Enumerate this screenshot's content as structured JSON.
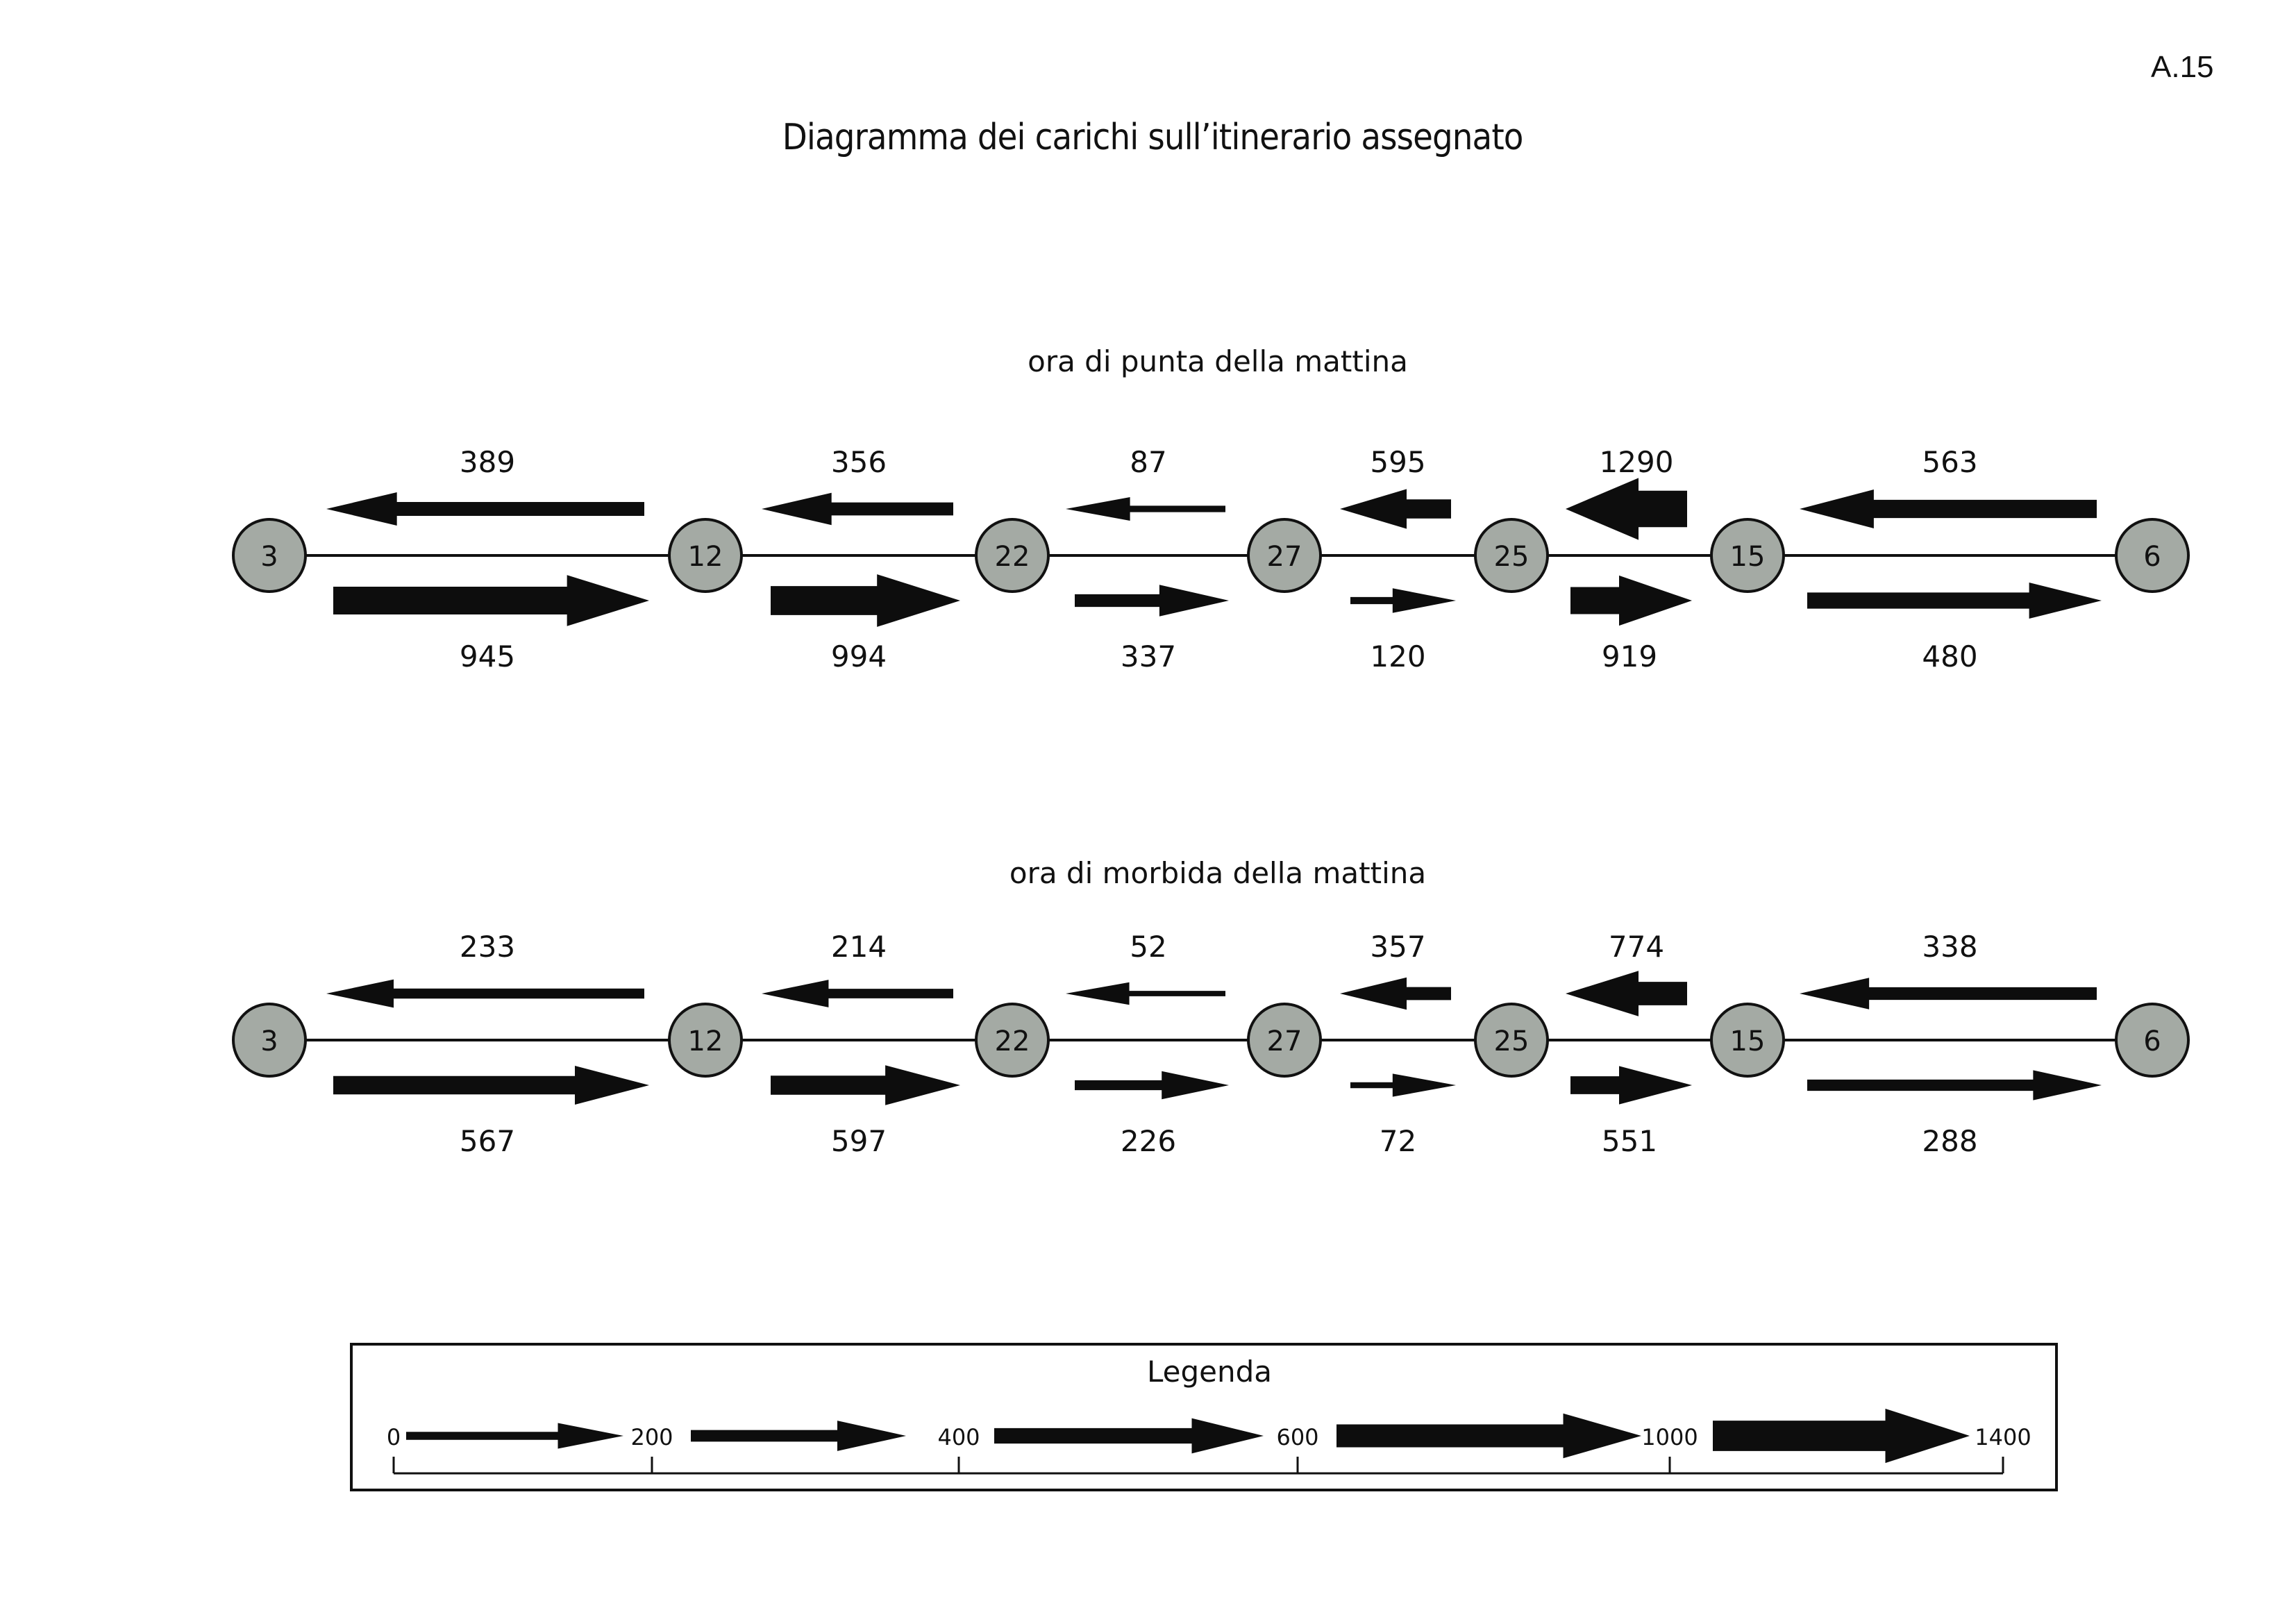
{
  "page_label": "A.15",
  "title": "Diagramma dei carichi sull’itinerario assegnato",
  "colors": {
    "node_fill": "#a4aaa4",
    "node_stroke": "#111111",
    "arrow": "#0d0d0d",
    "line": "#111111"
  },
  "nodes": [
    "3",
    "12",
    "22",
    "27",
    "25",
    "15",
    "6"
  ],
  "chart_data": {
    "type": "flow-diagram",
    "title": "Diagramma dei carichi sull’itinerario assegnato",
    "nodes": [
      "3",
      "12",
      "22",
      "27",
      "25",
      "15",
      "6"
    ],
    "sections": [
      {
        "name": "ora di punta della mattina",
        "links": [
          {
            "from": "3",
            "to": "12",
            "westbound": 389,
            "eastbound": 945
          },
          {
            "from": "12",
            "to": "22",
            "westbound": 356,
            "eastbound": 994
          },
          {
            "from": "22",
            "to": "27",
            "westbound": 87,
            "eastbound": 337
          },
          {
            "from": "27",
            "to": "25",
            "westbound": 595,
            "eastbound": 120
          },
          {
            "from": "25",
            "to": "15",
            "westbound": 1290,
            "eastbound": 919
          },
          {
            "from": "15",
            "to": "6",
            "westbound": 563,
            "eastbound": 480
          }
        ]
      },
      {
        "name": "ora di morbida della mattina",
        "links": [
          {
            "from": "3",
            "to": "12",
            "westbound": 233,
            "eastbound": 567
          },
          {
            "from": "12",
            "to": "22",
            "westbound": 214,
            "eastbound": 597
          },
          {
            "from": "22",
            "to": "27",
            "westbound": 52,
            "eastbound": 226
          },
          {
            "from": "27",
            "to": "25",
            "westbound": 357,
            "eastbound": 72
          },
          {
            "from": "25",
            "to": "15",
            "westbound": 774,
            "eastbound": 551
          },
          {
            "from": "15",
            "to": "6",
            "westbound": 338,
            "eastbound": 288
          }
        ]
      }
    ],
    "legend": {
      "title": "Legenda",
      "ticks": [
        0,
        200,
        400,
        600,
        1000,
        1400
      ],
      "tick_labels": [
        "0",
        "200",
        "400",
        "600",
        "1000",
        "1400"
      ]
    }
  }
}
